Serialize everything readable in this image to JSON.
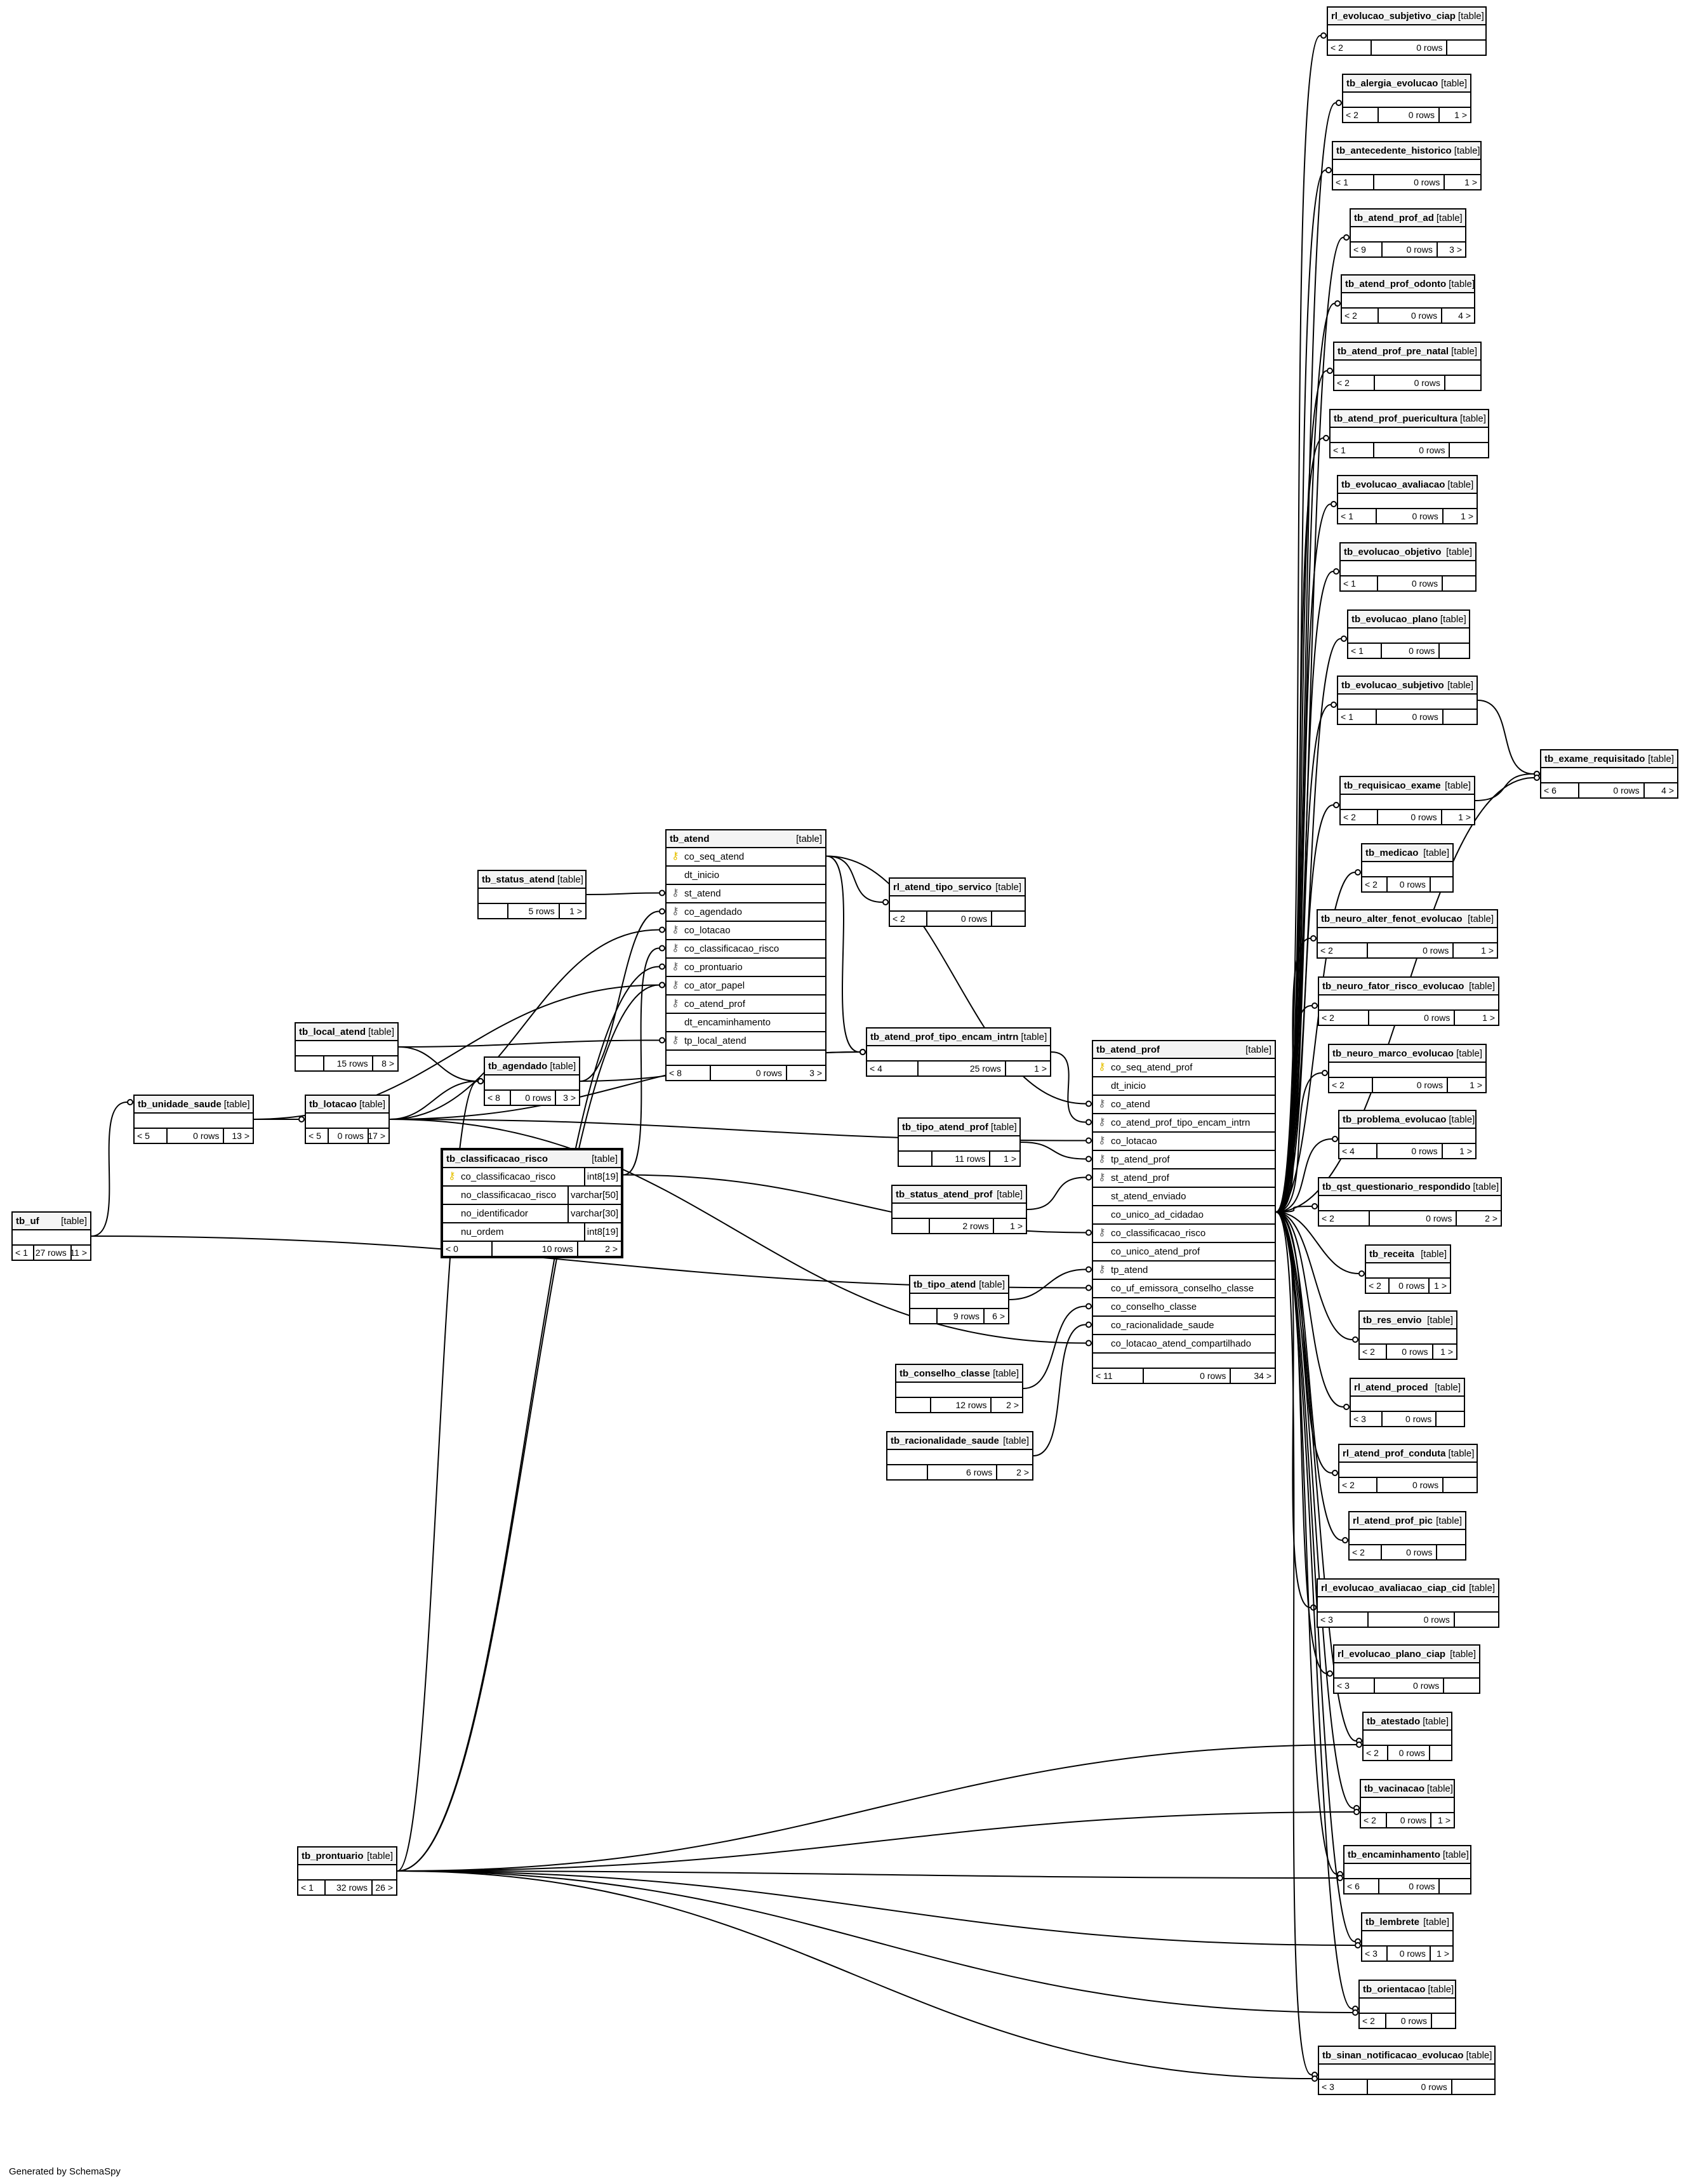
{
  "footer": {
    "credit": "Generated by SchemaSpy"
  },
  "kind": "[table]",
  "tables": {
    "tb_uf": {
      "name": "tb_uf",
      "parents": "< 1",
      "rows": "27 rows",
      "children": "11 >"
    },
    "tb_unidade_saude": {
      "name": "tb_unidade_saude",
      "parents": "< 5",
      "rows": "0 rows",
      "children": "13 >"
    },
    "tb_lotacao": {
      "name": "tb_lotacao",
      "parents": "< 5",
      "rows": "0 rows",
      "children": "17 >"
    },
    "tb_local_atend": {
      "name": "tb_local_atend",
      "parents": "",
      "rows": "15 rows",
      "children": "8 >"
    },
    "tb_agendado": {
      "name": "tb_agendado",
      "parents": "< 8",
      "rows": "0 rows",
      "children": "3 >"
    },
    "tb_status_atend": {
      "name": "tb_status_atend",
      "parents": "",
      "rows": "5 rows",
      "children": "1 >"
    },
    "tb_classificacao_risco": {
      "name": "tb_classificacao_risco",
      "parents": "< 0",
      "rows": "10 rows",
      "children": "2 >",
      "columns": [
        {
          "name": "co_classificacao_risco",
          "type": "int8[19]",
          "key": "pk"
        },
        {
          "name": "no_classificacao_risco",
          "type": "varchar[50]",
          "key": ""
        },
        {
          "name": "no_identificador",
          "type": "varchar[30]",
          "key": ""
        },
        {
          "name": "nu_ordem",
          "type": "int8[19]",
          "key": ""
        }
      ]
    },
    "tb_atend": {
      "name": "tb_atend",
      "parents": "< 8",
      "rows": "0 rows",
      "children": "3 >",
      "columns": [
        {
          "name": "co_seq_atend",
          "key": "pk"
        },
        {
          "name": "dt_inicio",
          "key": ""
        },
        {
          "name": "st_atend",
          "key": "fk"
        },
        {
          "name": "co_agendado",
          "key": "fk"
        },
        {
          "name": "co_lotacao",
          "key": "fk"
        },
        {
          "name": "co_classificacao_risco",
          "key": "fk"
        },
        {
          "name": "co_prontuario",
          "key": "fk"
        },
        {
          "name": "co_ator_papel",
          "key": "fk"
        },
        {
          "name": "co_atend_prof",
          "key": "fk"
        },
        {
          "name": "dt_encaminhamento",
          "key": ""
        },
        {
          "name": "tp_local_atend",
          "key": "fk"
        }
      ]
    },
    "rl_atend_tipo_servico": {
      "name": "rl_atend_tipo_servico",
      "parents": "< 2",
      "rows": "0 rows",
      "children": ""
    },
    "tb_atend_prof_tipo_encam_intrn": {
      "name": "tb_atend_prof_tipo_encam_intrn",
      "parents": "< 4",
      "rows": "25 rows",
      "children": "1 >"
    },
    "tb_tipo_atend_prof": {
      "name": "tb_tipo_atend_prof",
      "parents": "",
      "rows": "11 rows",
      "children": "1 >"
    },
    "tb_status_atend_prof": {
      "name": "tb_status_atend_prof",
      "parents": "",
      "rows": "2 rows",
      "children": "1 >"
    },
    "tb_tipo_atend": {
      "name": "tb_tipo_atend",
      "parents": "",
      "rows": "9 rows",
      "children": "6 >"
    },
    "tb_conselho_classe": {
      "name": "tb_conselho_classe",
      "parents": "",
      "rows": "12 rows",
      "children": "2 >"
    },
    "tb_racionalidade_saude": {
      "name": "tb_racionalidade_saude",
      "parents": "",
      "rows": "6 rows",
      "children": "2 >"
    },
    "tb_prontuario": {
      "name": "tb_prontuario",
      "parents": "< 1",
      "rows": "32 rows",
      "children": "26 >"
    },
    "tb_atend_prof": {
      "name": "tb_atend_prof",
      "parents": "< 11",
      "rows": "0 rows",
      "children": "34 >",
      "columns": [
        {
          "name": "co_seq_atend_prof",
          "key": "pk"
        },
        {
          "name": "dt_inicio",
          "key": ""
        },
        {
          "name": "co_atend",
          "key": "fk"
        },
        {
          "name": "co_atend_prof_tipo_encam_intrn",
          "key": "fk"
        },
        {
          "name": "co_lotacao",
          "key": "fk"
        },
        {
          "name": "tp_atend_prof",
          "key": "fk"
        },
        {
          "name": "st_atend_prof",
          "key": "fk"
        },
        {
          "name": "st_atend_enviado",
          "key": ""
        },
        {
          "name": "co_unico_ad_cidadao",
          "key": ""
        },
        {
          "name": "co_classificacao_risco",
          "key": "fk"
        },
        {
          "name": "co_unico_atend_prof",
          "key": ""
        },
        {
          "name": "tp_atend",
          "key": "fk"
        },
        {
          "name": "co_uf_emissora_conselho_classe",
          "key": ""
        },
        {
          "name": "co_conselho_classe",
          "key": ""
        },
        {
          "name": "co_racionalidade_saude",
          "key": ""
        },
        {
          "name": "co_lotacao_atend_compartilhado",
          "key": ""
        }
      ]
    },
    "tb_exame_requisitado": {
      "name": "tb_exame_requisitado",
      "parents": "< 6",
      "rows": "0 rows",
      "children": "4 >"
    },
    "rl_evolucao_subjetivo_ciap": {
      "name": "rl_evolucao_subjetivo_ciap",
      "parents": "< 2",
      "rows": "0 rows",
      "children": ""
    },
    "tb_alergia_evolucao": {
      "name": "tb_alergia_evolucao",
      "parents": "< 2",
      "rows": "0 rows",
      "children": "1 >"
    },
    "tb_antecedente_historico": {
      "name": "tb_antecedente_historico",
      "parents": "< 1",
      "rows": "0 rows",
      "children": "1 >"
    },
    "tb_atend_prof_ad": {
      "name": "tb_atend_prof_ad",
      "parents": "< 9",
      "rows": "0 rows",
      "children": "3 >"
    },
    "tb_atend_prof_odonto": {
      "name": "tb_atend_prof_odonto",
      "parents": "< 2",
      "rows": "0 rows",
      "children": "4 >"
    },
    "tb_atend_prof_pre_natal": {
      "name": "tb_atend_prof_pre_natal",
      "parents": "< 2",
      "rows": "0 rows",
      "children": ""
    },
    "tb_atend_prof_puericultura": {
      "name": "tb_atend_prof_puericultura",
      "parents": "< 1",
      "rows": "0 rows",
      "children": ""
    },
    "tb_evolucao_avaliacao": {
      "name": "tb_evolucao_avaliacao",
      "parents": "< 1",
      "rows": "0 rows",
      "children": "1 >"
    },
    "tb_evolucao_objetivo": {
      "name": "tb_evolucao_objetivo",
      "parents": "< 1",
      "rows": "0 rows",
      "children": ""
    },
    "tb_evolucao_plano": {
      "name": "tb_evolucao_plano",
      "parents": "< 1",
      "rows": "0 rows",
      "children": ""
    },
    "tb_evolucao_subjetivo": {
      "name": "tb_evolucao_subjetivo",
      "parents": "< 1",
      "rows": "0 rows",
      "children": ""
    },
    "tb_requisicao_exame": {
      "name": "tb_requisicao_exame",
      "parents": "< 2",
      "rows": "0 rows",
      "children": "1 >"
    },
    "tb_medicao": {
      "name": "tb_medicao",
      "parents": "< 2",
      "rows": "0 rows",
      "children": ""
    },
    "tb_neuro_alter_fenot_evolucao": {
      "name": "tb_neuro_alter_fenot_evolucao",
      "parents": "< 2",
      "rows": "0 rows",
      "children": "1 >"
    },
    "tb_neuro_fator_risco_evolucao": {
      "name": "tb_neuro_fator_risco_evolucao",
      "parents": "< 2",
      "rows": "0 rows",
      "children": "1 >"
    },
    "tb_neuro_marco_evolucao": {
      "name": "tb_neuro_marco_evolucao",
      "parents": "< 2",
      "rows": "0 rows",
      "children": "1 >"
    },
    "tb_problema_evolucao": {
      "name": "tb_problema_evolucao",
      "parents": "< 4",
      "rows": "0 rows",
      "children": "1 >"
    },
    "tb_qst_questionario_respondido": {
      "name": "tb_qst_questionario_respondido",
      "parents": "< 2",
      "rows": "0 rows",
      "children": "2 >"
    },
    "tb_receita": {
      "name": "tb_receita",
      "parents": "< 2",
      "rows": "0 rows",
      "children": "1 >"
    },
    "tb_res_envio": {
      "name": "tb_res_envio",
      "parents": "< 2",
      "rows": "0 rows",
      "children": "1 >"
    },
    "rl_atend_proced": {
      "name": "rl_atend_proced",
      "parents": "< 3",
      "rows": "0 rows",
      "children": ""
    },
    "rl_atend_prof_conduta": {
      "name": "rl_atend_prof_conduta",
      "parents": "< 2",
      "rows": "0 rows",
      "children": ""
    },
    "rl_atend_prof_pic": {
      "name": "rl_atend_prof_pic",
      "parents": "< 2",
      "rows": "0 rows",
      "children": ""
    },
    "rl_evolucao_avaliacao_ciap_cid": {
      "name": "rl_evolucao_avaliacao_ciap_cid",
      "parents": "< 3",
      "rows": "0 rows",
      "children": ""
    },
    "rl_evolucao_plano_ciap": {
      "name": "rl_evolucao_plano_ciap",
      "parents": "< 3",
      "rows": "0 rows",
      "children": ""
    },
    "tb_atestado": {
      "name": "tb_atestado",
      "parents": "< 2",
      "rows": "0 rows",
      "children": ""
    },
    "tb_vacinacao": {
      "name": "tb_vacinacao",
      "parents": "< 2",
      "rows": "0 rows",
      "children": "1 >"
    },
    "tb_encaminhamento": {
      "name": "tb_encaminhamento",
      "parents": "< 6",
      "rows": "0 rows",
      "children": ""
    },
    "tb_lembrete": {
      "name": "tb_lembrete",
      "parents": "< 3",
      "rows": "0 rows",
      "children": "1 >"
    },
    "tb_orientacao": {
      "name": "tb_orientacao",
      "parents": "< 2",
      "rows": "0 rows",
      "children": ""
    },
    "tb_sinan_notificacao_evolucao": {
      "name": "tb_sinan_notificacao_evolucao",
      "parents": "< 3",
      "rows": "0 rows",
      "children": ""
    }
  }
}
